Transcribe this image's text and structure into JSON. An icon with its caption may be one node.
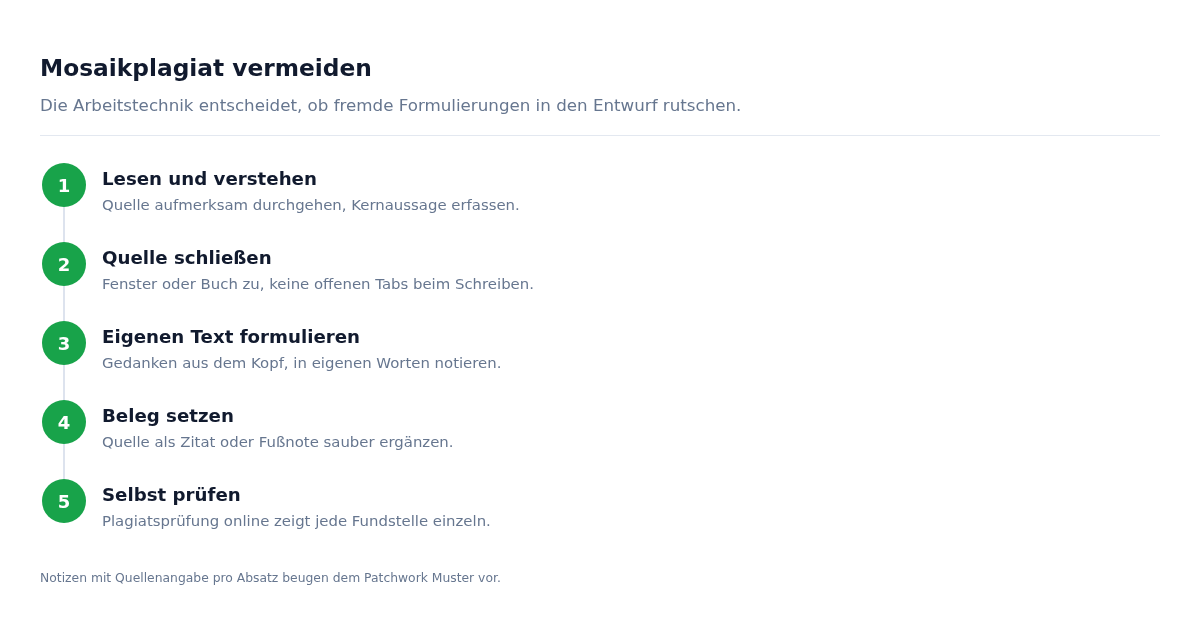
{
  "diagram": {
    "title": "Mosaikplagiat vermeiden",
    "nodes": [
      {
        "text": [
          "1"
        ],
        "beside": [
          "Lesen und verstehen",
          "Quelle aufmerksam durchgehen, Kernaussage erfassen."
        ]
      },
      {
        "text": [
          "2"
        ],
        "beside": [
          "Quelle schließen",
          "Fenster oder Buch zu, keine offenen Tabs beim Schreiben."
        ]
      },
      {
        "text": [
          "3"
        ],
        "beside": [
          "Eigenen Text formulieren",
          "Gedanken aus dem Kopf, in eigenen Worten notieren."
        ]
      },
      {
        "text": [
          "4"
        ],
        "beside": [
          "Beleg setzen",
          "Quelle als Zitat oder Fußnote sauber ergänzen."
        ]
      },
      {
        "text": [
          "5"
        ],
        "beside": [
          "Selbst prüfen",
          "Plagiatsprüfung online zeigt jede Fundstelle einzeln."
        ]
      }
    ],
    "edges": [
      {
        "from": 0,
        "to": 1,
        "arrow": "none"
      },
      {
        "from": 1,
        "to": 2,
        "arrow": "none"
      },
      {
        "from": 2,
        "to": 3,
        "arrow": "none"
      },
      {
        "from": 3,
        "to": 4,
        "arrow": "none"
      }
    ],
    "labels": [
      "Die Arbeitstechnik entscheidet, ob fremde Formulierungen in den Entwurf rutschen.",
      "Notizen mit Quellenangabe pro Absatz beugen dem Patchwork Muster vor."
    ]
  }
}
